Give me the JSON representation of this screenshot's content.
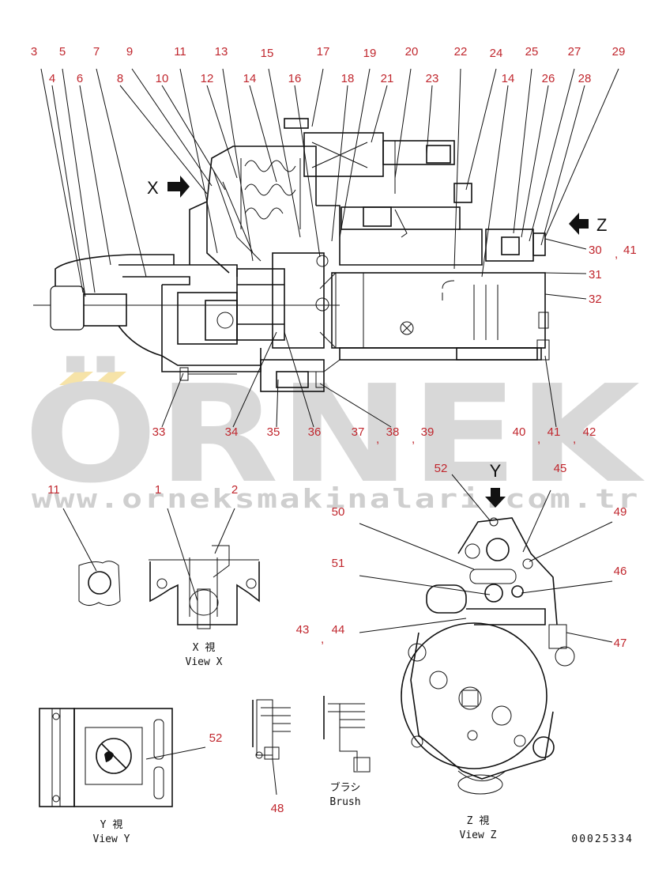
{
  "watermark": {
    "brand": "ÖRNEK",
    "url": "www.orneksmakinalari.com.tr",
    "accent": "#f6e3a8"
  },
  "main_view": {
    "top_labels": [
      "3",
      "5",
      "7",
      "9",
      "11",
      "13",
      "15",
      "17",
      "19",
      "20",
      "22",
      "24",
      "25",
      "27",
      "29"
    ],
    "second_labels": [
      "4",
      "6",
      "8",
      "10",
      "12",
      "14",
      "16",
      "18",
      "21",
      "23",
      "14",
      "26",
      "28"
    ],
    "right_labels": [
      "30",
      "41",
      "31",
      "32"
    ],
    "bottom_labels": [
      "33",
      "34",
      "35",
      "36",
      "37",
      "38",
      "39",
      "40",
      "41",
      "42"
    ],
    "view_x_marker": "X",
    "view_z_marker": "Z"
  },
  "view_x": {
    "labels": [
      "11",
      "1",
      "2"
    ],
    "caption_jp": "X 視",
    "caption_en": "View X"
  },
  "view_y": {
    "labels": [
      "52"
    ],
    "caption_jp": "Y 視",
    "caption_en": "View Y"
  },
  "brush": {
    "labels": [
      "48"
    ],
    "caption_jp": "ブラシ",
    "caption_en": "Brush"
  },
  "view_z": {
    "labels": [
      "52",
      "45",
      "50",
      "49",
      "51",
      "46",
      "43",
      "44",
      "47"
    ],
    "y_marker": "Y",
    "caption_jp": "Z 視",
    "caption_en": "View Z"
  },
  "drawing_number": "00025334"
}
